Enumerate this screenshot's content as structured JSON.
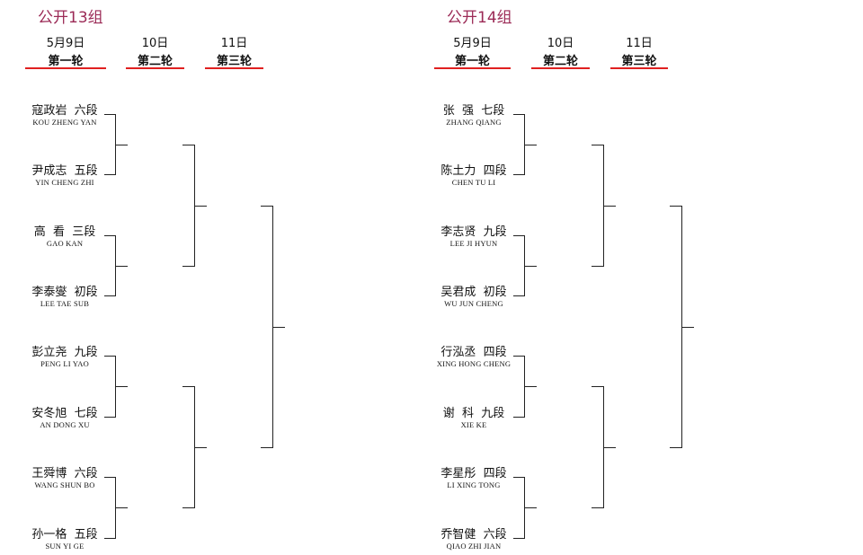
{
  "groups": [
    {
      "title": "公开13组",
      "rounds": [
        {
          "date": "5月9日",
          "name": "第一轮"
        },
        {
          "date": "10日",
          "name": "第二轮"
        },
        {
          "date": "11日",
          "name": "第三轮"
        }
      ],
      "players": [
        {
          "name": "寇政岩  六段",
          "pinyin": "KOU ZHENG YAN"
        },
        {
          "name": "尹成志  五段",
          "pinyin": "YIN CHENG ZHI"
        },
        {
          "name": "高  看  三段",
          "pinyin": "GAO KAN"
        },
        {
          "name": "李泰燮  初段",
          "pinyin": "LEE TAE SUB"
        },
        {
          "name": "彭立尧  九段",
          "pinyin": "PENG LI YAO"
        },
        {
          "name": "安冬旭  七段",
          "pinyin": "AN DONG XU"
        },
        {
          "name": "王舜博  六段",
          "pinyin": "WANG SHUN BO"
        },
        {
          "name": "孙一格  五段",
          "pinyin": "SUN YI GE"
        }
      ]
    },
    {
      "title": "公开14组",
      "rounds": [
        {
          "date": "5月9日",
          "name": "第一轮"
        },
        {
          "date": "10日",
          "name": "第二轮"
        },
        {
          "date": "11日",
          "name": "第三轮"
        }
      ],
      "players": [
        {
          "name": "张  强  七段",
          "pinyin": "ZHANG QIANG"
        },
        {
          "name": "陈土力  四段",
          "pinyin": "CHEN TU LI"
        },
        {
          "name": "李志贤  九段",
          "pinyin": "LEE JI HYUN"
        },
        {
          "name": "吴君成  初段",
          "pinyin": "WU JUN CHENG"
        },
        {
          "name": "行泓丞  四段",
          "pinyin": "XING HONG CHENG"
        },
        {
          "name": "谢  科  九段",
          "pinyin": "XIE KE"
        },
        {
          "name": "李星彤  四段",
          "pinyin": "LI XING TONG"
        },
        {
          "name": "乔智健  六段",
          "pinyin": "QIAO ZHI JIAN"
        }
      ]
    }
  ]
}
